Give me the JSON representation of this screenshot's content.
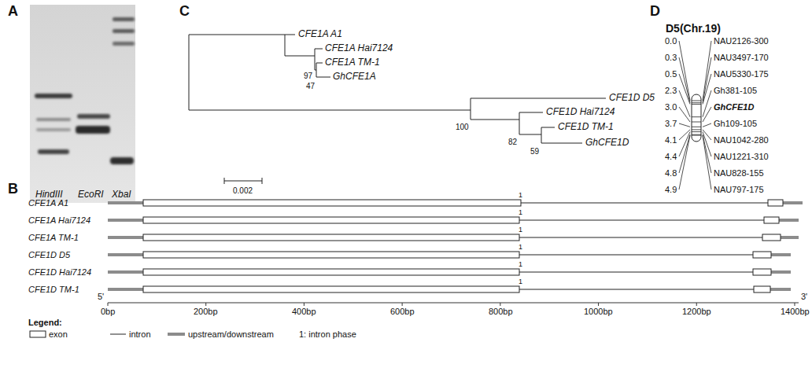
{
  "diagram": {
    "labels": [
      "A",
      "HindIII",
      "EcoRI",
      "XbaI",
      "C",
      "CFE1A A1",
      "CFE1A Hai7124",
      "CFE1A TM-1",
      "GhCFE1A",
      "97",
      "47",
      "CFE1D D5",
      "CFE1D Hai7124",
      "CFE1D TM-1",
      "GhCFE1D",
      "100",
      "82",
      "59",
      "0.002",
      "D",
      "D5(Chr.19)",
      "0.0",
      "0.3",
      "0.5",
      "2.3",
      "3.0",
      "3.7",
      "4.1",
      "4.4",
      "4.8",
      "4.9",
      "NAU2126-300",
      "NAU3497-170",
      "NAU5330-175",
      "Gh381-105",
      "GhCFE1D",
      "Gh109-105",
      "NAU1042-280",
      "NAU1221-310",
      "NAU828-155",
      "NAU797-175",
      "B",
      "CFE1A A1",
      "CFE1A Hai7124",
      "CFE1A TM-1",
      "CFE1D D5",
      "CFE1D Hai7124",
      "CFE1D TM-1",
      "1",
      "1",
      "1",
      "1",
      "1",
      "1",
      "5'",
      "0bp",
      "200bp",
      "400bp",
      "600bp",
      "800bp",
      "1000bp",
      "1200bp",
      "1400bp",
      "3'",
      "Legend:"
    ],
    "legend": [
      {
        "text": "exon"
      },
      {
        "text": "intron"
      },
      {
        "text": "upstream/downstream",
        "color": "#8c8c8c"
      },
      {
        "text": "1: intron phase"
      }
    ]
  }
}
